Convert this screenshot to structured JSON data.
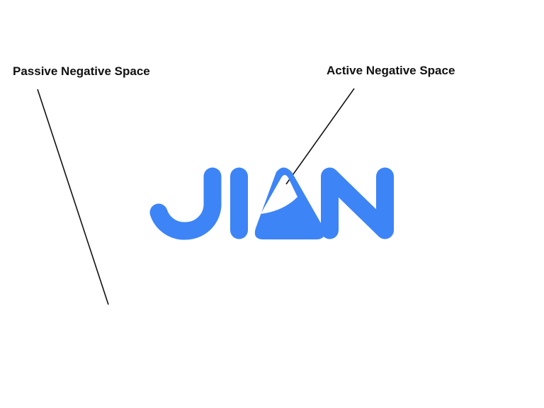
{
  "labels": {
    "passive": "Passive Negative Space",
    "active": "Active Negative Space"
  },
  "logo": {
    "text": "JIAN",
    "color": "#3d84f6"
  },
  "colors": {
    "background": "#ffffff",
    "leader_line": "#111111"
  }
}
